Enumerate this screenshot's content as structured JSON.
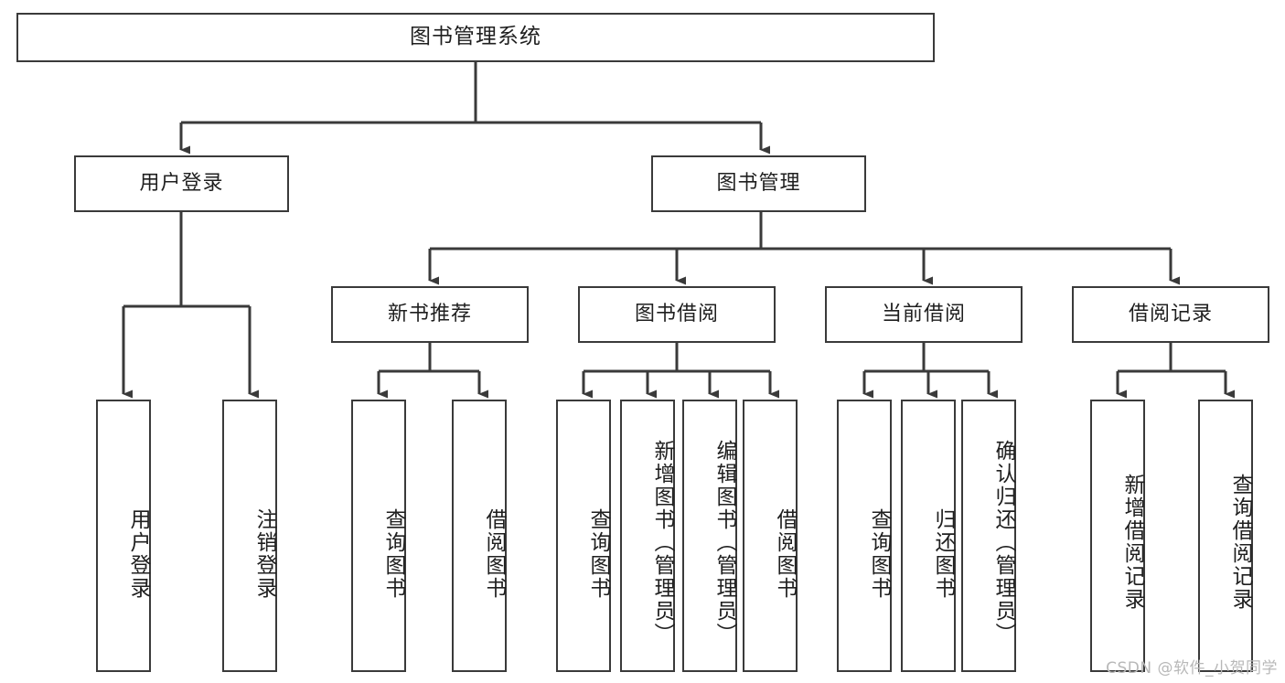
{
  "diagram": {
    "title": "图书管理系统",
    "type": "tree",
    "root": {
      "id": "root",
      "label": "图书管理系统"
    },
    "level2": [
      {
        "id": "user-login",
        "label": "用户登录"
      },
      {
        "id": "book-manage",
        "label": "图书管理"
      }
    ],
    "level3": [
      {
        "id": "new-book-recommend",
        "label": "新书推荐",
        "parent": "book-manage"
      },
      {
        "id": "book-borrow",
        "label": "图书借阅",
        "parent": "book-manage"
      },
      {
        "id": "current-borrow",
        "label": "当前借阅",
        "parent": "book-manage"
      },
      {
        "id": "borrow-record",
        "label": "借阅记录",
        "parent": "book-manage"
      }
    ],
    "leaves": [
      {
        "id": "leaf-user-login",
        "label": "用户登录",
        "parent": "user-login"
      },
      {
        "id": "leaf-user-logout",
        "label": "注销登录",
        "parent": "user-login"
      },
      {
        "id": "leaf-query-book-1",
        "label": "查询图书",
        "parent": "new-book-recommend"
      },
      {
        "id": "leaf-borrow-book-1",
        "label": "借阅图书",
        "parent": "new-book-recommend"
      },
      {
        "id": "leaf-query-book-2",
        "label": "查询图书",
        "parent": "book-borrow"
      },
      {
        "id": "leaf-add-book",
        "label": "新增图书（管理员）",
        "parent": "book-borrow"
      },
      {
        "id": "leaf-edit-book",
        "label": "编辑图书（管理员）",
        "parent": "book-borrow"
      },
      {
        "id": "leaf-borrow-book-2",
        "label": "借阅图书",
        "parent": "book-borrow"
      },
      {
        "id": "leaf-query-book-3",
        "label": "查询图书",
        "parent": "current-borrow"
      },
      {
        "id": "leaf-return-book",
        "label": "归还图书",
        "parent": "current-borrow"
      },
      {
        "id": "leaf-confirm-return",
        "label": "确认归还（管理员）",
        "parent": "current-borrow"
      },
      {
        "id": "leaf-add-record",
        "label": "新增借阅记录",
        "parent": "borrow-record"
      },
      {
        "id": "leaf-query-record",
        "label": "查询借阅记录",
        "parent": "borrow-record"
      }
    ]
  },
  "watermark": {
    "text": "CSDN @软件_小贺同学"
  },
  "colors": {
    "stroke": "#3a3a3a",
    "fill": "#ffffff",
    "text": "#1f1f1f",
    "watermark": "#b8b8b8"
  }
}
